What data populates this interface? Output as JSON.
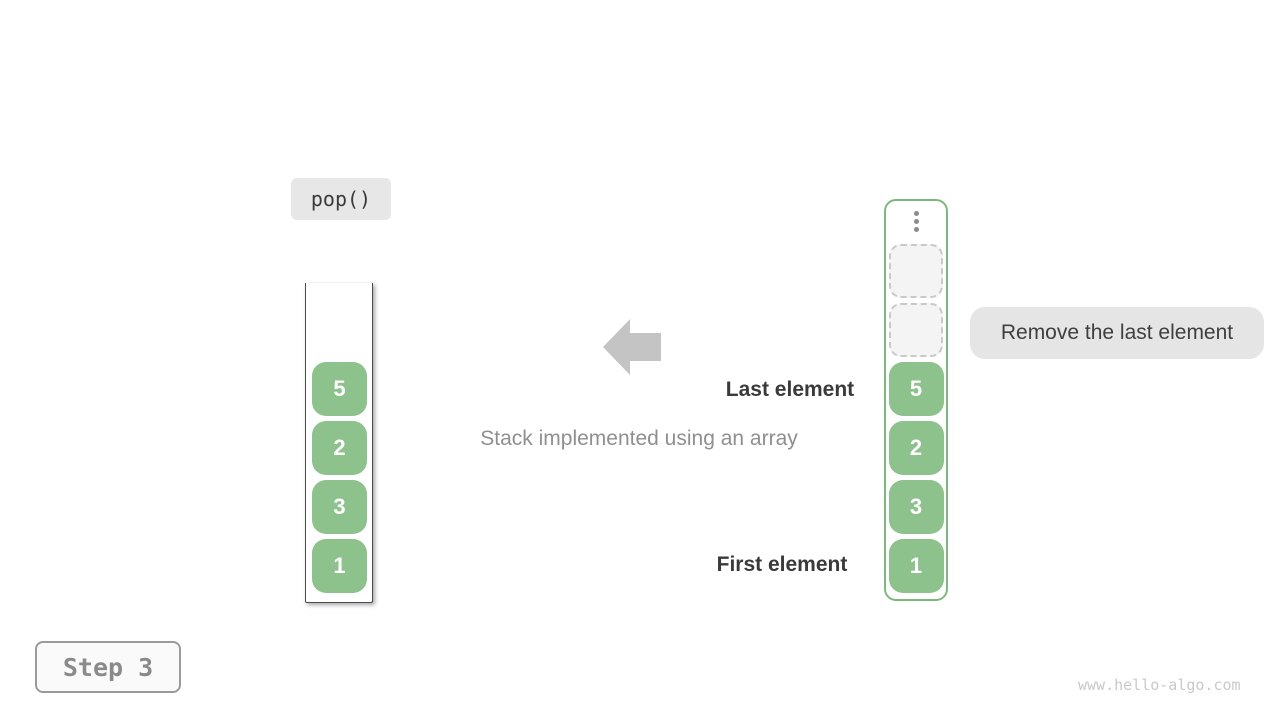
{
  "operation": {
    "label": "pop()"
  },
  "caption": "Stack implemented using an array",
  "annotations": {
    "last_element": "Last element",
    "first_element": "First element",
    "remove_callout": "Remove the last element"
  },
  "left_stack": {
    "values": [
      "5",
      "2",
      "3",
      "1"
    ]
  },
  "right_stack": {
    "values": [
      "5",
      "2",
      "3",
      "1"
    ],
    "empty_slot_count": 2,
    "ellipsis_icon": "vertical-dots"
  },
  "step": {
    "label": "Step 3"
  },
  "watermark": "www.hello-algo.com",
  "colors": {
    "cell_green": "#8dc28d",
    "container_green_border": "#7cba7c",
    "label_gray_bg": "#e7e7e7",
    "callout_gray_bg": "#e5e5e5",
    "dark_text": "#3a3a3a",
    "muted_text": "#8f8f8f",
    "arrow_gray": "#c4c4c4",
    "watermark_gray": "#c9c9c9"
  }
}
